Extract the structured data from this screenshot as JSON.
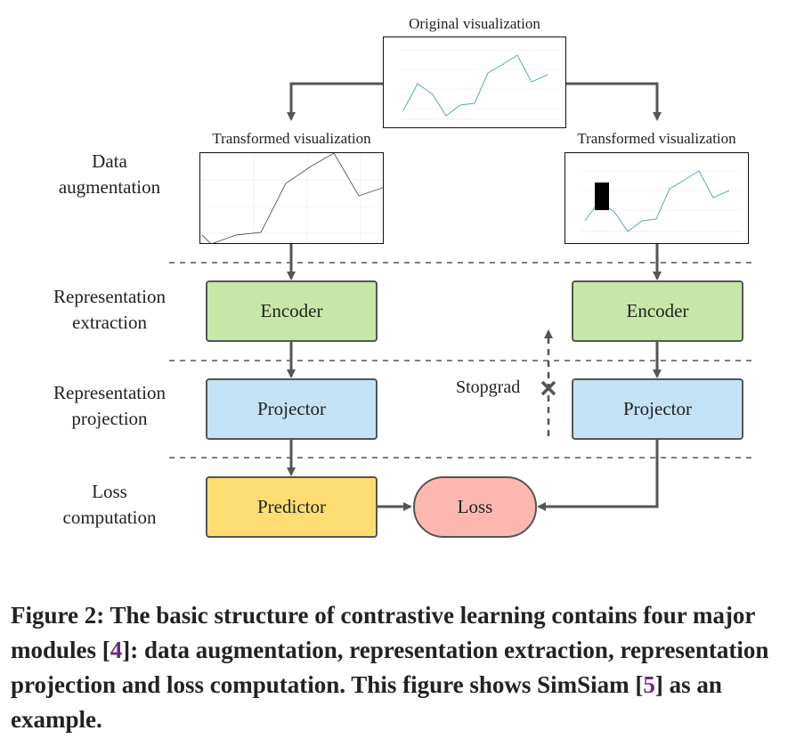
{
  "top_title": "Original visualization",
  "left_title": "Transformed visualization",
  "right_title": "Transformed visualization",
  "stages": {
    "augmentation": "Data\naugmentation",
    "extraction": "Representation\nextraction",
    "projection": "Representation\nprojection",
    "loss": "Loss\ncomputation"
  },
  "boxes": {
    "encoder_left": "Encoder",
    "encoder_right": "Encoder",
    "projector_left": "Projector",
    "projector_right": "Projector",
    "predictor": "Predictor",
    "loss": "Loss"
  },
  "stopgrad": "Stopgrad",
  "caption": {
    "part1": "Figure 2: The basic structure of contrastive learning contains four major modules [",
    "ref1": "4",
    "part2": "]: data augmentation, representation extraction, representation projection and loss computation. This figure shows SimSiam [",
    "ref2": "5",
    "part3": "] as an example."
  },
  "colors": {
    "encoder": "#c5e8a9",
    "projector": "#c3e2f6",
    "predictor": "#fedd72",
    "loss": "#fcb8b0",
    "line_series": "#5aa9b8",
    "ref_link": "#6b2a7c"
  }
}
